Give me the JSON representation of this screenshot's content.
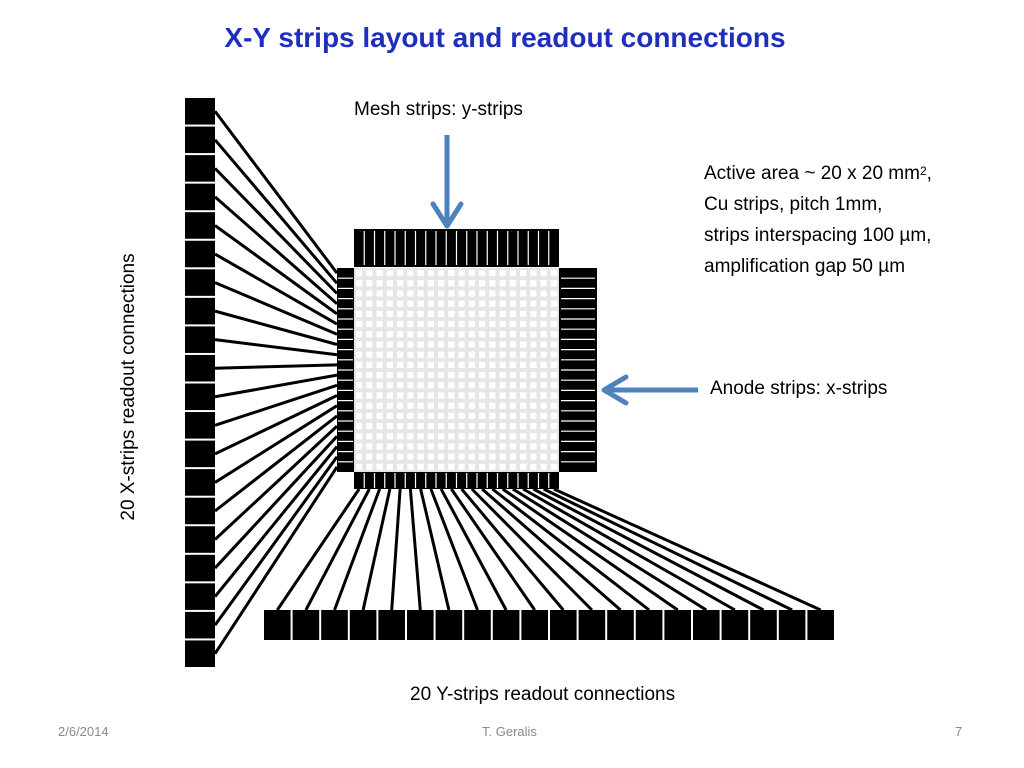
{
  "slide": {
    "title": "X-Y strips layout and readout connections",
    "mesh_label": "Mesh strips: y-strips",
    "active_area": {
      "line1_prefix": "Active area ~ 20 x 20 mm",
      "line1_sup": "2",
      "line1_suffix": ",",
      "line2": "Cu strips, pitch 1mm,",
      "line3": "strips interspacing 100 µm,",
      "line4": "amplification gap 50 µm"
    },
    "anode_label": "Anode strips: x-strips",
    "x_readout_label": "20 X-strips readout connections",
    "y_readout_label": "20 Y-strips readout connections",
    "x_connection_count": 20,
    "y_connection_count": 20,
    "strip_count": 20,
    "arrow_color": "#4f81bd",
    "title_color": "#1f2fbd"
  },
  "footer": {
    "date": "2/6/2014",
    "author": "T. Geralis",
    "page": "7"
  }
}
